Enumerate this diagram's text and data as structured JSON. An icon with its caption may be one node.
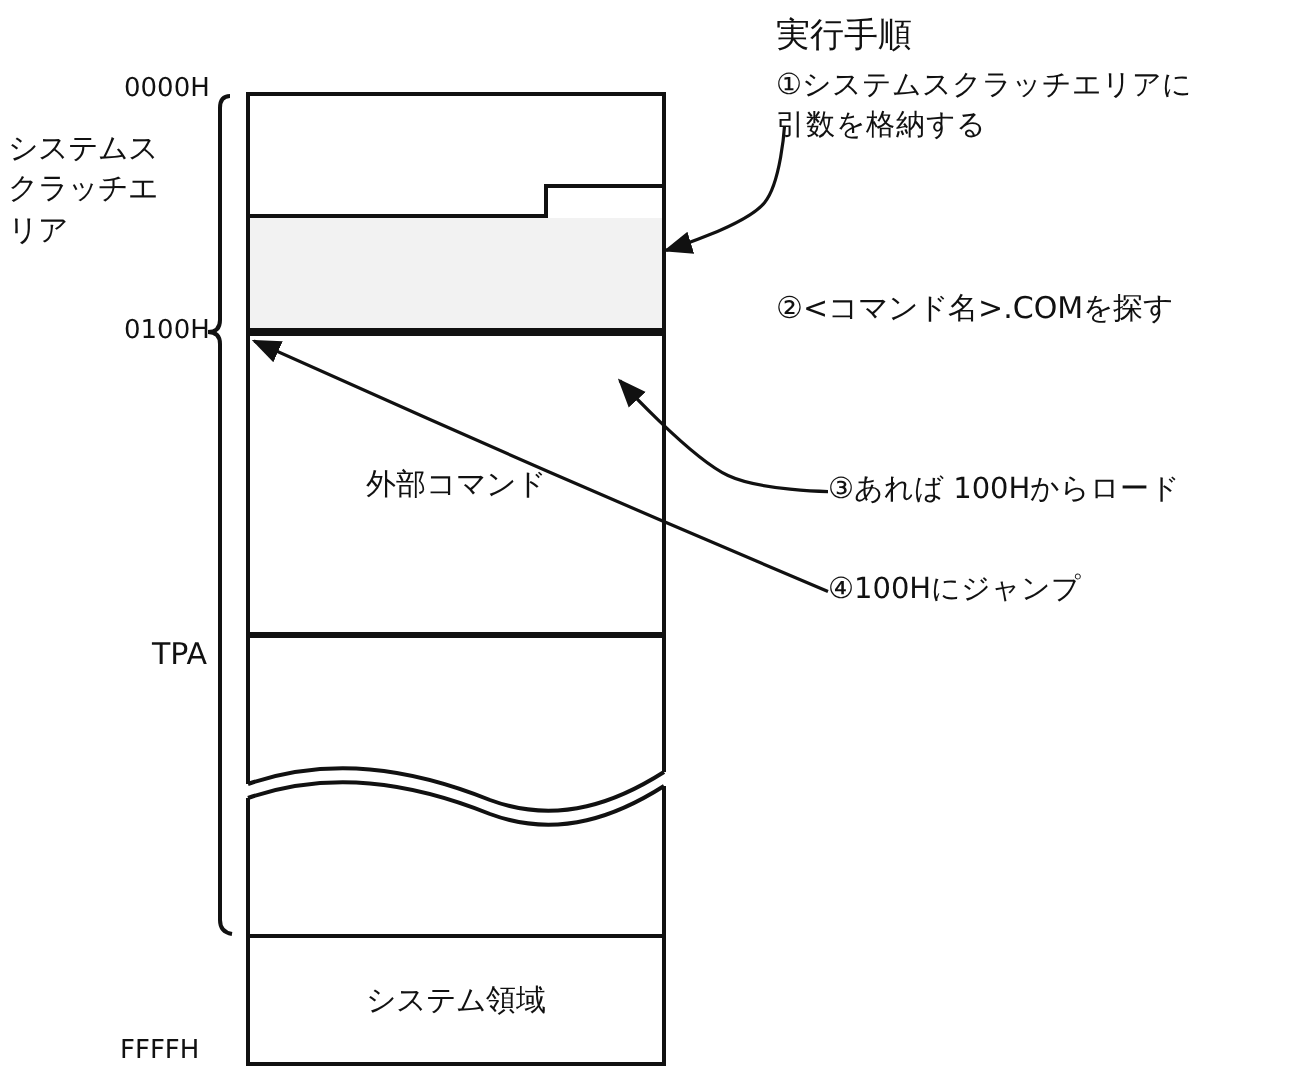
{
  "diagram": {
    "nodes": [
      {
        "text": [],
        "shape": "box"
      },
      {
        "text": [
          "外部コマンド"
        ]
      },
      {
        "text": [
          "システム領域"
        ]
      },
      {
        "text": [
          "①システムスクラッチエリアに引数を格納する"
        ]
      },
      {
        "text": [
          "③あれば 100Hからロード"
        ]
      },
      {
        "text": [
          "④100Hにジャンプ"
        ]
      }
    ],
    "edges": [
      {
        "from": 3,
        "to": 0,
        "arrow": "to"
      },
      {
        "from": 4,
        "to": 1,
        "arrow": "to"
      },
      {
        "from": 5,
        "to": 1,
        "arrow": "to"
      }
    ],
    "labels": [
      "実行手順",
      "0000H",
      "システムスクラッチエリア",
      "0100H",
      "②<コマンド名>.COMを探す",
      "TPA",
      "FFFFH"
    ]
  }
}
